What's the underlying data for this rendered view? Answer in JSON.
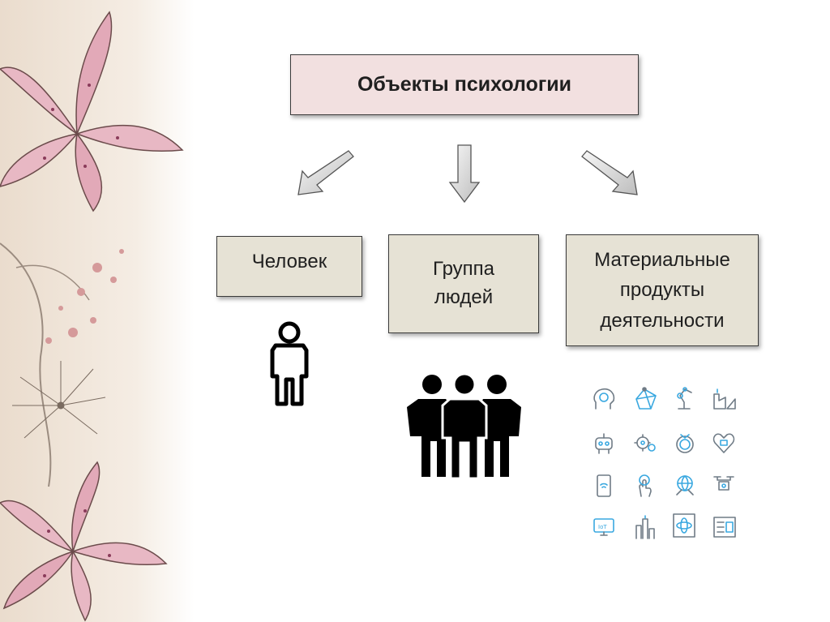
{
  "diagram": {
    "root": {
      "label": "Объекты психологии"
    },
    "children": [
      {
        "label": "Человек",
        "icon": "person-icon"
      },
      {
        "label": "Группа людей",
        "icon": "group-of-people-icon"
      },
      {
        "label": "Материальные продукты деятельности",
        "icon": "technology-icons-grid"
      }
    ],
    "tech_icons": [
      "brain-head-icon",
      "network-globe-icon",
      "robot-arm-icon",
      "factory-chart-icon",
      "robot-icon",
      "gears-icon",
      "smart-ring-icon",
      "heart-monitor-icon",
      "smartphone-wifi-icon",
      "touch-hand-icon",
      "global-network-icon",
      "drone-icon",
      "iot-screen-icon",
      "smart-city-icon",
      "atom-book-icon",
      "control-panel-icon"
    ],
    "iot_label": "IoT"
  },
  "colors": {
    "title_bg": "#f2e0e0",
    "box_bg": "#e6e2d5",
    "icon_blue": "#3aa8e0",
    "icon_gray": "#6f7b86"
  }
}
